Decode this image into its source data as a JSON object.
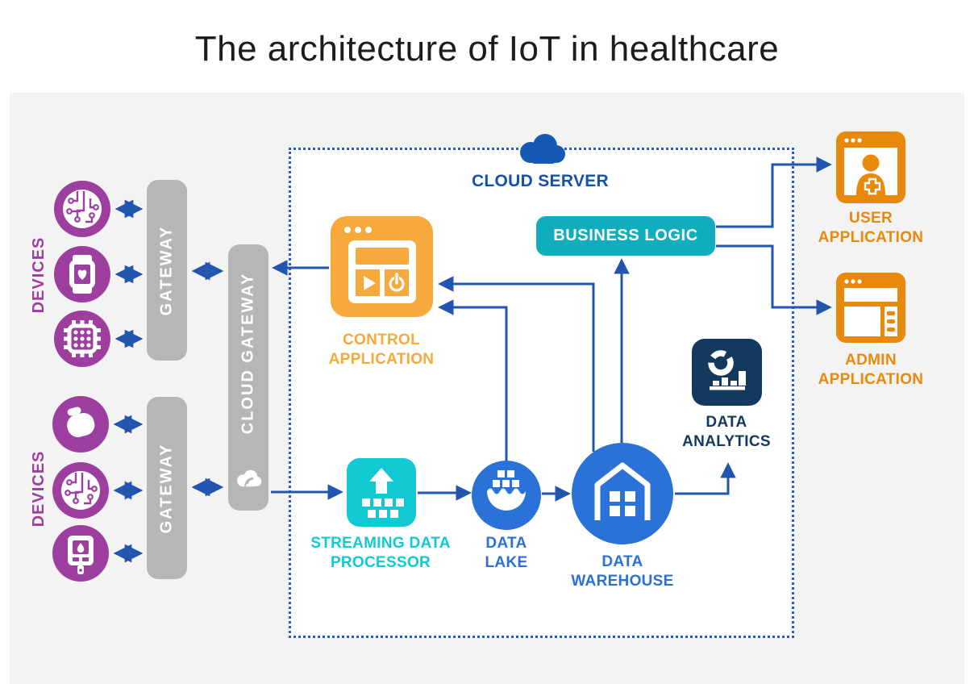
{
  "title": "The architecture of IoT in healthcare",
  "groups": {
    "devices_top": {
      "label": "DEVICES"
    },
    "devices_bottom": {
      "label": "DEVICES"
    },
    "gateway_top": {
      "label": "GATEWAY"
    },
    "gateway_bottom": {
      "label": "GATEWAY"
    },
    "cloud_gateway": {
      "label": "CLOUD GATEWAY"
    }
  },
  "nodes": {
    "cloud_server": {
      "label": "CLOUD SERVER"
    },
    "control_application": {
      "line1": "CONTROL",
      "line2": "APPLICATION"
    },
    "business_logic": {
      "label": "BUSINESS LOGIC"
    },
    "data_analytics": {
      "line1": "DATA",
      "line2": "ANALYTICS"
    },
    "streaming_data_processor": {
      "line1": "STREAMING DATA",
      "line2": "PROCESSOR"
    },
    "data_lake": {
      "line1": "DATA",
      "line2": "LAKE"
    },
    "data_warehouse": {
      "line1": "DATA",
      "line2": "WAREHOUSE"
    },
    "user_application": {
      "line1": "USER",
      "line2": "APPLICATION"
    },
    "admin_application": {
      "line1": "ADMIN",
      "line2": "APPLICATION"
    }
  },
  "icons": {
    "device_top_1": "circuit-board-icon",
    "device_top_2": "smartwatch-heart-icon",
    "device_top_3": "microchip-icon",
    "device_bottom_1": "mouse-device-icon",
    "device_bottom_2": "circuit-board-icon",
    "device_bottom_3": "glucometer-icon",
    "cloud_server": "cloud-icon",
    "cloud_gateway": "cloud-signal-icon",
    "control_application": "browser-controls-icon",
    "user_application": "medical-user-window-icon",
    "admin_application": "admin-panel-window-icon",
    "streaming_data_processor": "upload-stream-icon",
    "data_lake": "lake-containers-icon",
    "data_warehouse": "warehouse-icon",
    "data_analytics": "donut-bar-chart-icon"
  },
  "colors": {
    "line_blue": "#2256ae",
    "dotted_border_blue": "#2b5cb8",
    "cloud_blue": "#1659b5",
    "node_blue": "#2a72d8",
    "navy": "#14395e",
    "teal_bright": "#10c9d2",
    "teal_dark": "#10aebd",
    "orange_light": "#f8a93c",
    "orange_dark": "#e8890c",
    "purple": "#9c3f9e",
    "bar_gray": "#b6b6b6",
    "panel_bg": "#f3f3f4",
    "box_bg": "#ffffff"
  }
}
